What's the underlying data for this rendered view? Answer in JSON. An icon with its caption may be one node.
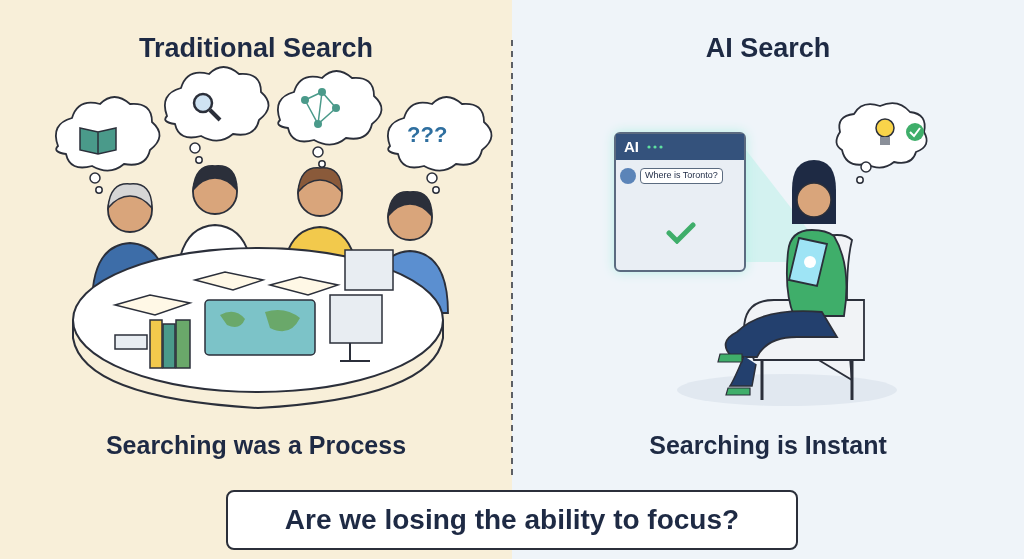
{
  "diagram": {
    "nodes": [
      {
        "text": [
          "Traditional Search",
          "Searching was a Process"
        ]
      },
      {
        "text": [
          "AI Search",
          "Searching is Instant"
        ]
      },
      {
        "text": [
          "AI",
          "Where is Toronto?"
        ],
        "in": 1
      },
      {
        "text": [
          "Are we losing the ability to focus?"
        ]
      }
    ],
    "labels": [
      "???"
    ]
  }
}
